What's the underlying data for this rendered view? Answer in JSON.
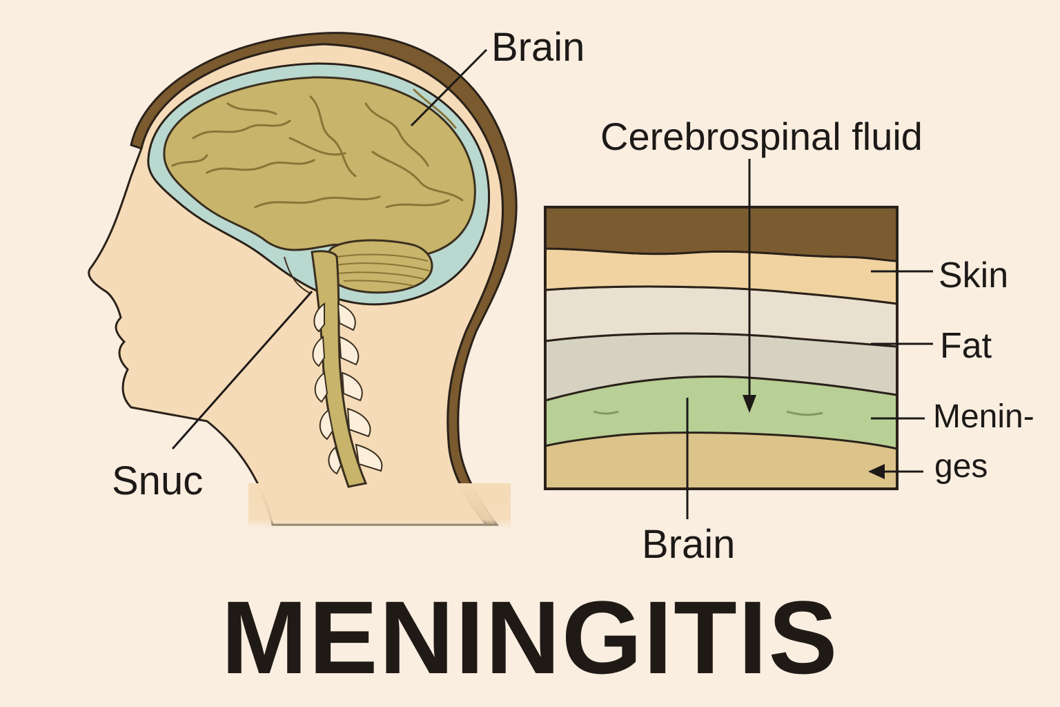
{
  "title": "MENINGITIS",
  "labels": {
    "brain_top": "Brain",
    "cerebrospinal_fluid": "Cerebrospinal fluid",
    "skin": "Skin",
    "fat": "Fat",
    "meninges_line1": "Menin-",
    "meninges_line2": "ges",
    "snuc": "Snuc",
    "brain_bottom": "Brain"
  },
  "colors": {
    "background": "#f9eee0",
    "skin_tone": "#f5dbb7",
    "hair_brown": "#7a5a2e",
    "csf_blue": "#b9d8cf",
    "brain_olive": "#c8b46a",
    "layer_top_brown": "#7b5c30",
    "layer_skin": "#f0d3a0",
    "layer_fat": "#eae0cf",
    "layer_meninges_gray": "#d6d2c2",
    "layer_green": "#b8cf95",
    "layer_brain": "#dcc38a",
    "ink": "#1c1917"
  }
}
